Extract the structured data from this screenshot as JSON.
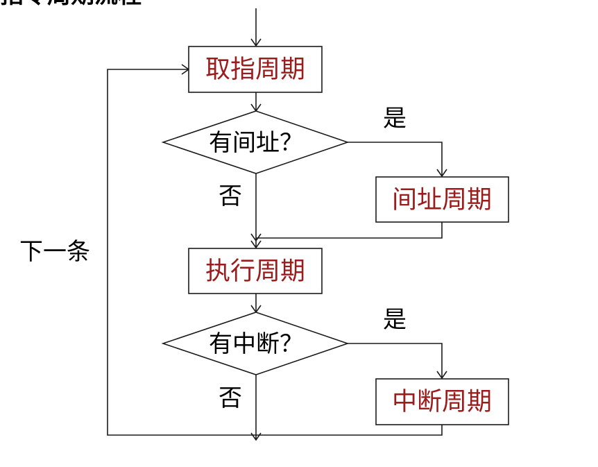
{
  "title": "指令周期流程",
  "nodes": {
    "fetch": "取指周期",
    "indirect_q": "有间址？",
    "indirect": "间址周期",
    "execute": "执行周期",
    "interrupt_q": "有中断？",
    "interrupt": "中断周期"
  },
  "edge_labels": {
    "indirect_yes": "是",
    "indirect_no": "否",
    "interrupt_yes": "是",
    "interrupt_no": "否",
    "loop": "下一条"
  },
  "colors": {
    "box_text": "#9b1c1c",
    "stroke": "#1a1a1a"
  }
}
